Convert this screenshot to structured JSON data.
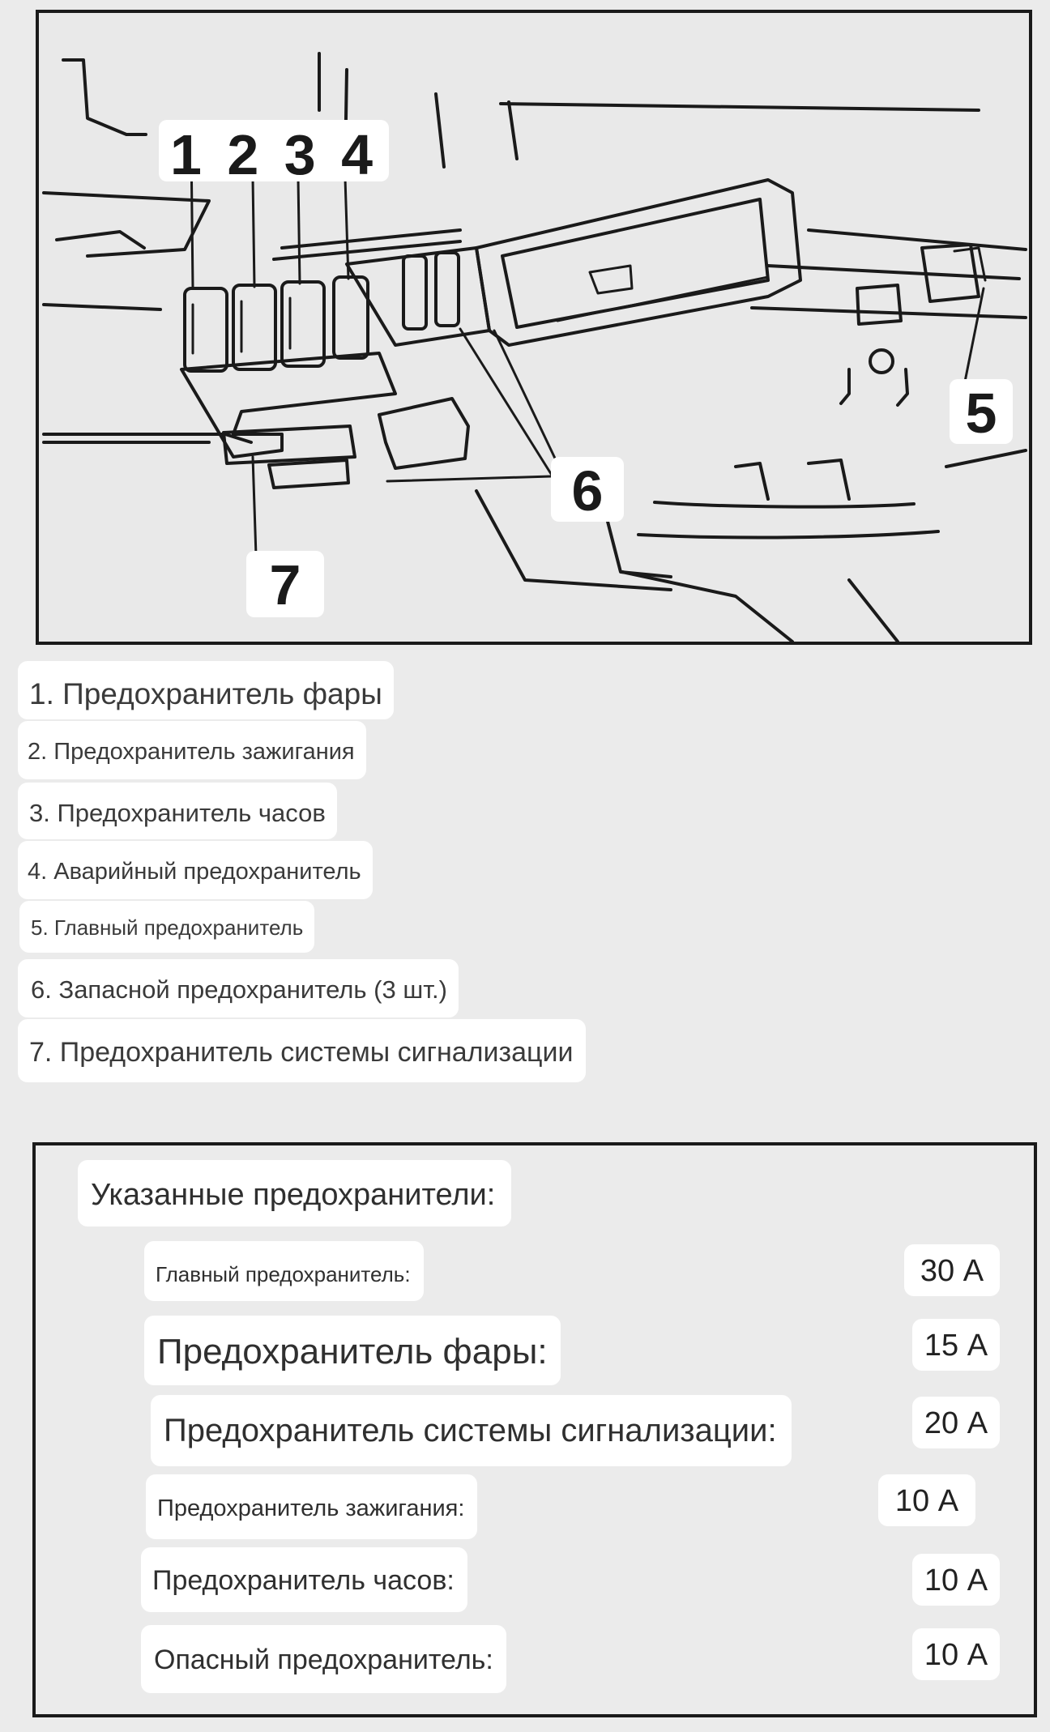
{
  "diagram": {
    "callouts": {
      "fuses_1_4": "1 2 3 4",
      "main_fuse": "5",
      "spare_fuses": "6",
      "alarm_fuse": "7"
    }
  },
  "legend": [
    {
      "label": "1. Предохранитель фары"
    },
    {
      "label": "2. Предохранитель зажигания"
    },
    {
      "label": "3. Предохранитель часов"
    },
    {
      "label": "4. Аварийный предохранитель"
    },
    {
      "label": "5. Главный предохранитель"
    },
    {
      "label": "6. Запасной предохранитель (3 шт.)"
    },
    {
      "label": "7. Предохранитель системы сигнализации"
    }
  ],
  "specs": {
    "title": "Указанные предохранители:",
    "rows": [
      {
        "name": "Главный предохранитель:",
        "value": "30 А"
      },
      {
        "name": "Предохранитель фары:",
        "value": "15 А"
      },
      {
        "name": "Предохранитель системы сигнализации:",
        "value": "20 А"
      },
      {
        "name": "Предохранитель зажигания:",
        "value": "10 А"
      },
      {
        "name": "Предохранитель часов:",
        "value": "10 А"
      },
      {
        "name": "Опасный предохранитель:",
        "value": "10 А"
      }
    ]
  }
}
